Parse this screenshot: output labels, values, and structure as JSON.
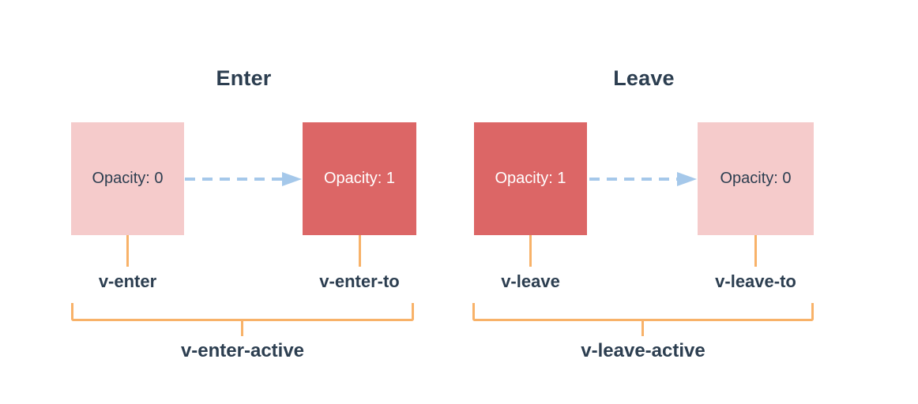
{
  "page": {
    "background": "#ffffff",
    "description_colors": {
      "pink_box": "#f5cbcb",
      "red_box": "#dc6666",
      "arrow_blue": "#a5c8ea",
      "bracket_orange": "#f8b269",
      "text_navy": "#2c3e50",
      "red_box_text": "#ffffff"
    }
  },
  "sections": {
    "enter": {
      "title": "Enter",
      "start_box": {
        "text": "Opacity: 0",
        "variant": "pink"
      },
      "end_box": {
        "text": "Opacity: 1",
        "variant": "red"
      },
      "start_label": "v-enter",
      "end_label": "v-enter-to",
      "active_label": "v-enter-active"
    },
    "leave": {
      "title": "Leave",
      "start_box": {
        "text": "Opacity: 1",
        "variant": "red"
      },
      "end_box": {
        "text": "Opacity: 0",
        "variant": "pink"
      },
      "start_label": "v-leave",
      "end_label": "v-leave-to",
      "active_label": "v-leave-active"
    }
  }
}
